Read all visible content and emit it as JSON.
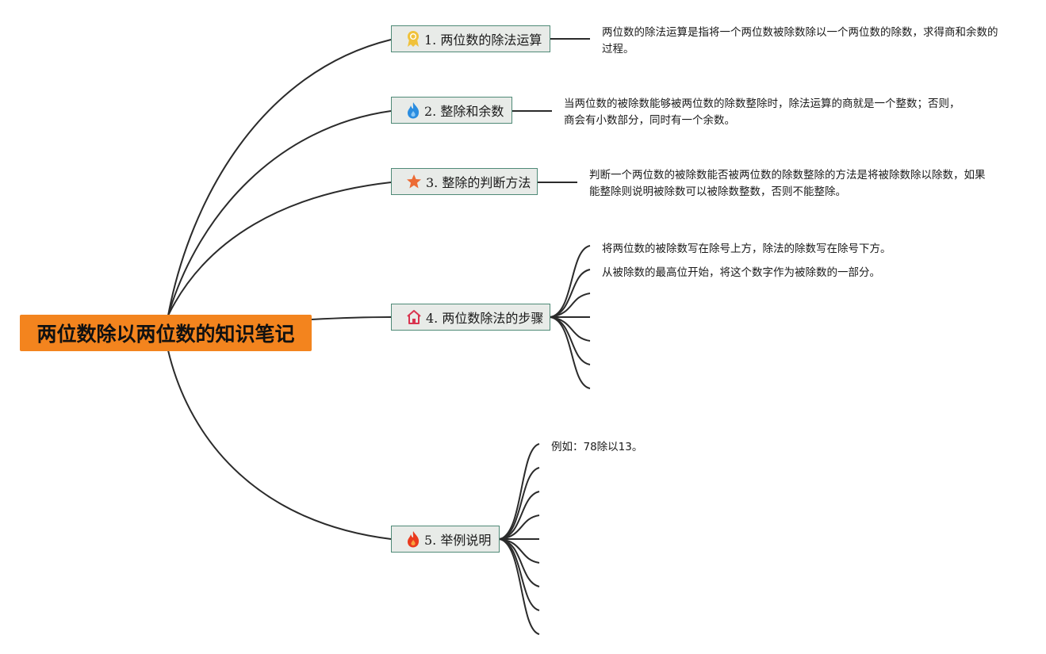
{
  "root": {
    "title": "两位数除以两位数的知识笔记"
  },
  "branches": [
    {
      "label": "1. 两位数的除法运算",
      "icon": "award-ribbon-icon",
      "description": "两位数的除法运算是指将一个两位数被除数除以一个两位数的除数，求得商和余数的过程。"
    },
    {
      "label": "2. 整除和余数",
      "icon": "blue-flame-icon",
      "description": "当两位数的被除数能够被两位数的除数整除时，除法运算的商就是一个整数；否则，商会有小数部分，同时有一个余数。"
    },
    {
      "label": "3. 整除的判断方法",
      "icon": "star-icon",
      "description": "判断一个两位数的被除数能否被两位数的除数整除的方法是将被除数除以除数，如果能整除则说明被除数可以被除数整数，否则不能整除。"
    },
    {
      "label": "4. 两位数除法的步骤",
      "icon": "house-icon",
      "steps": [
        "将两位数的被除数写在除号上方，除法的除数写在除号下方。",
        "从被除数的最高位开始，将这个数字作为被除数的一部分。",
        "",
        "",
        "",
        "",
        ""
      ]
    },
    {
      "label": "5. 举例说明",
      "icon": "red-flame-icon",
      "examples": [
        "例如：78除以13。",
        "",
        "",
        "",
        "",
        "",
        "",
        "",
        ""
      ]
    }
  ],
  "colors": {
    "root": "#f3841e",
    "node_fill": "#e8ebe8",
    "node_border": "#4f8a77",
    "line": "#2b2b2b"
  }
}
